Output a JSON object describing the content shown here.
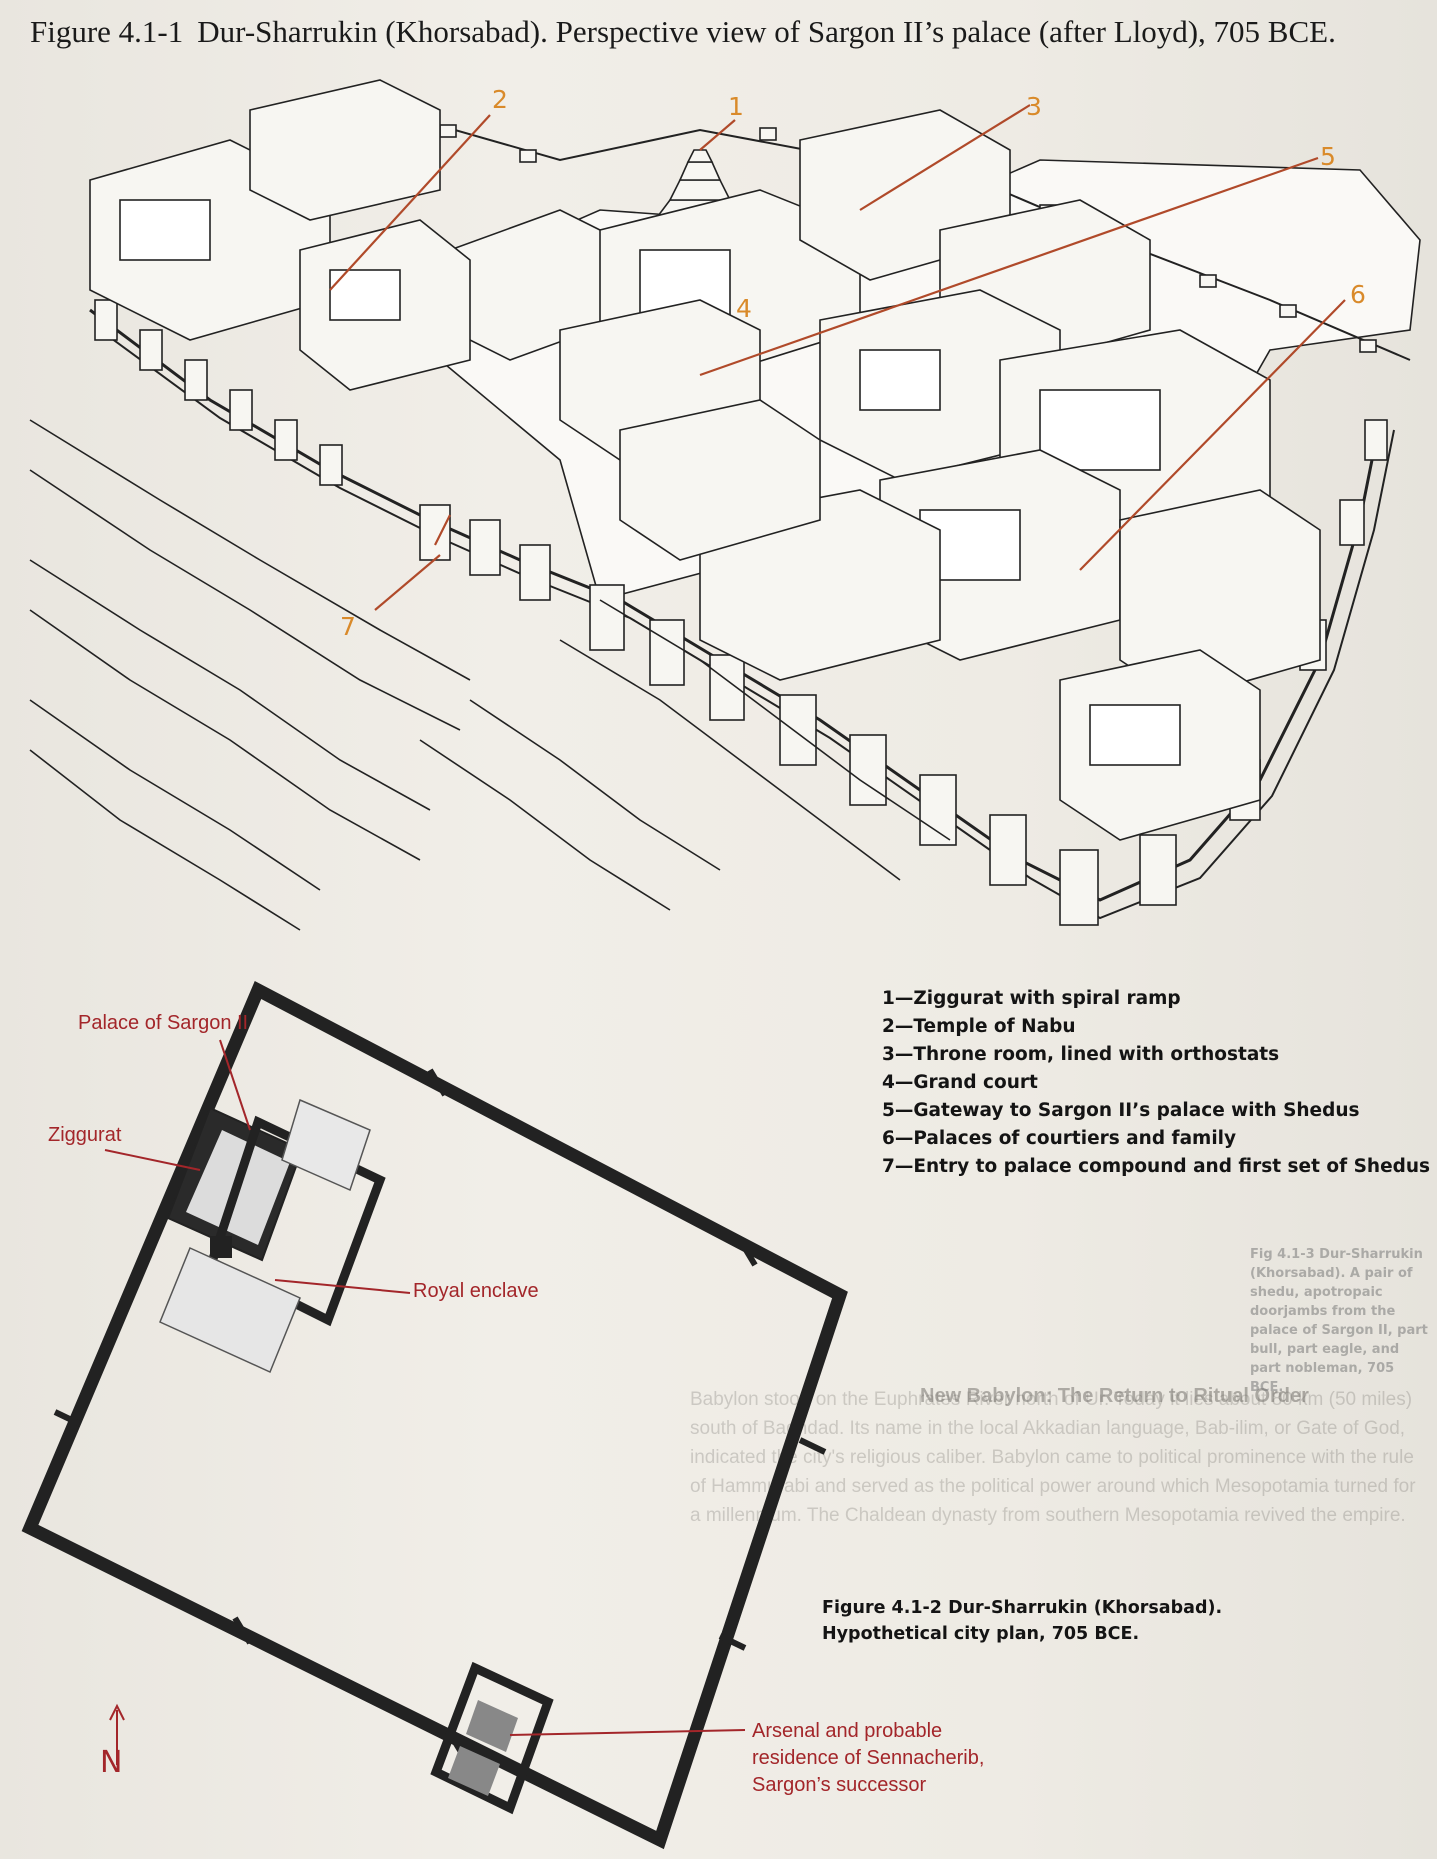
{
  "figure_title": {
    "number": "Figure 4.1-1",
    "text": "Dur-Sharrukin (Khorsabad). Perspective view of Sargon II’s palace (after Lloyd), 705 BCE."
  },
  "perspective_labels": [
    "1",
    "2",
    "3",
    "4",
    "5",
    "6",
    "7"
  ],
  "legend": [
    "1—Ziggurat with spiral ramp",
    "2—Temple of Nabu",
    "3—Throne room, lined with orthostats",
    "4—Grand court",
    "5—Gateway to Sargon II’s palace with Shedus",
    "6—Palaces of courtiers and family",
    "7—Entry to palace compound and first set of Shedus"
  ],
  "plan_labels": {
    "palace": "Palace of Sargon II",
    "ziggurat": "Ziggurat",
    "royal_enclave": "Royal enclave",
    "arsenal": [
      "Arsenal and probable",
      "residence of Sennacherib,",
      "Sargon’s successor"
    ],
    "north": "N"
  },
  "figure_2_caption": {
    "line1": "Figure 4.1-2  Dur-Sharrukin (Khorsabad).",
    "line2": "Hypothetical city plan, 705 BCE."
  },
  "figure_3_caption_fragment": "Fig 4.1-3  Dur-Sharrukin (Khorsabad). A pair of shedu, apotropaic doorjambs from the palace of Sargon II, part bull, part eagle, and part nobleman, 705 BCE.",
  "bleed_heading": "New Babylon: The Return to Ritual Order",
  "bleed_text": "Babylon stood on the Euphrates River north of Ur. Today it lies about 80 km (50 miles) south of Baghdad. Its name in the local Akkadian language, Bab-ilim, or Gate of God, indicated the city's religious caliber. Babylon came to political prominence with the rule of Hammurabi and served as the political power around which Mesopotamia turned for a millennium. The Chaldean dynasty from southern Mesopotamia revived the empire.",
  "colors": {
    "label_orange": "#d98a2a",
    "label_red": "#a3262a",
    "ink": "#1a1a1a"
  }
}
